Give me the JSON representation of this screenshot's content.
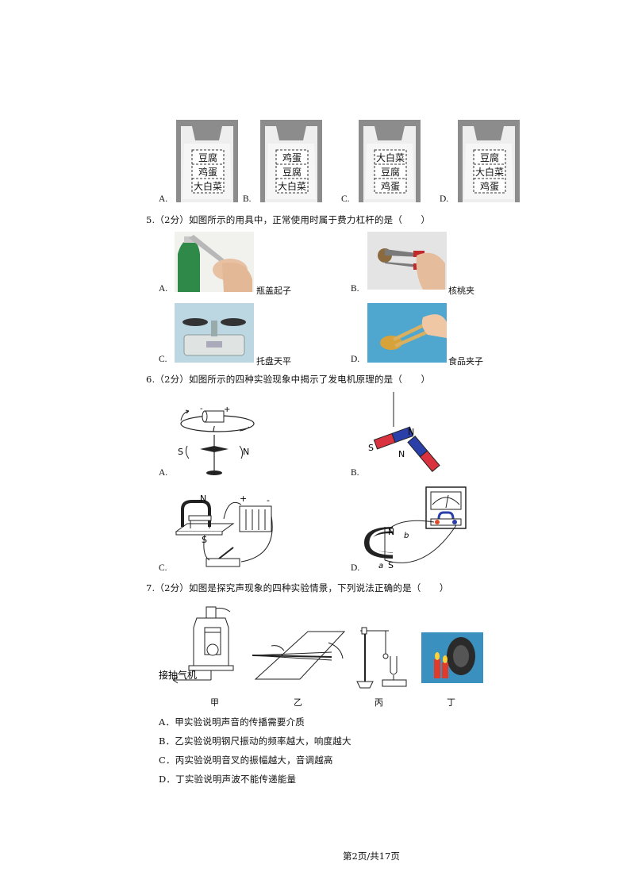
{
  "q4": {
    "options": [
      {
        "letter": "A.",
        "items": [
          "豆腐",
          "鸡蛋",
          "大白菜"
        ]
      },
      {
        "letter": "B.",
        "items": [
          "鸡蛋",
          "豆腐",
          "大白菜"
        ]
      },
      {
        "letter": "C.",
        "items": [
          "大白菜",
          "豆腐",
          "鸡蛋"
        ]
      },
      {
        "letter": "D.",
        "items": [
          "豆腐",
          "大白菜",
          "鸡蛋"
        ]
      }
    ]
  },
  "q5": {
    "stem": "5.（2分）如图所示的用具中，正常使用时属于费力杠杆的是（　　）",
    "options": [
      {
        "letter": "A.",
        "caption": "瓶盖起子"
      },
      {
        "letter": "B.",
        "caption": "核桃夹"
      },
      {
        "letter": "C.",
        "caption": "托盘天平"
      },
      {
        "letter": "D.",
        "caption": "食品夹子"
      }
    ]
  },
  "q6": {
    "stem": "6.（2分）如图所示的四种实验现象中揭示了发电机原理的是（　　）",
    "options": [
      {
        "letter": "A."
      },
      {
        "letter": "B."
      },
      {
        "letter": "C."
      },
      {
        "letter": "D."
      }
    ],
    "labels": {
      "a_minus": "-",
      "a_plus": "+",
      "a_current": "I",
      "a_s": "S",
      "a_n": "N",
      "b_s": "S",
      "b_n1": "N",
      "b_n2": "N",
      "c_n": "N",
      "c_s": "S",
      "c_plus": "+",
      "c_minus": "-",
      "d_n": "N",
      "d_s": "S",
      "d_a": "a",
      "d_b": "b"
    }
  },
  "q7": {
    "stem": "7.（2分）如图是探究声现象的四种实验情景，下列说法正确的是（　　）",
    "pump_label": "接抽气机",
    "fig_labels": [
      "甲",
      "乙",
      "丙",
      "丁"
    ],
    "options": [
      "A．甲实验说明声音的传播需要介质",
      "B．乙实验说明钢尺振动的频率越大，响度越大",
      "C．丙实验说明音叉的振幅越大，音调越高",
      "D．丁实验说明声波不能传递能量"
    ]
  },
  "footer": {
    "page": "第2页/共17页"
  },
  "colors": {
    "bag_bg": "#8a8a8a",
    "magnet_red": "#d8333f",
    "magnet_blue": "#2b3fa8",
    "bottle_green": "#2f8a4a"
  }
}
